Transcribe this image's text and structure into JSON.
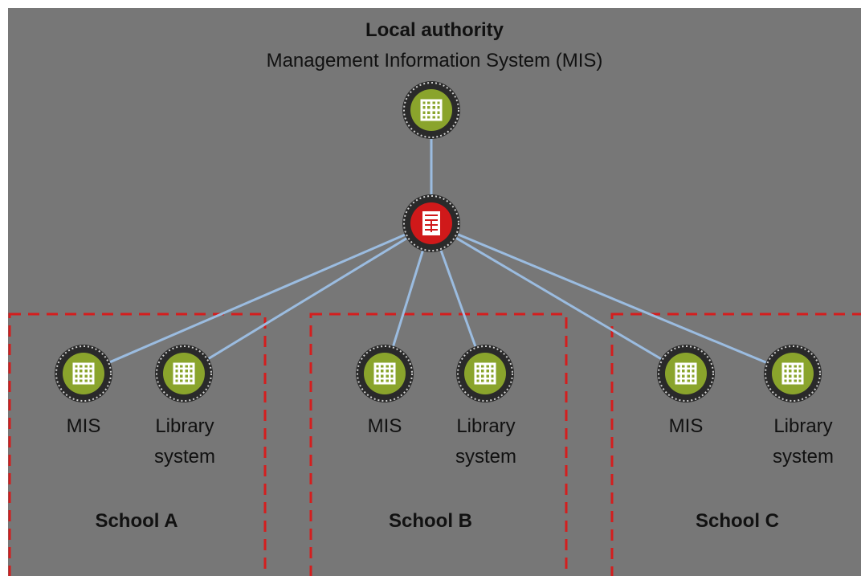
{
  "header": {
    "title": "Local authority",
    "subtitle": "Management Information System (MIS)"
  },
  "nodes": {
    "central_icon": "database-grid-icon",
    "hub_icon": "server-rack-icon"
  },
  "schools": [
    {
      "name": "School A",
      "systems": [
        {
          "label": "MIS",
          "icon": "database-grid-icon"
        },
        {
          "label": "Library system",
          "icon": "database-grid-icon"
        }
      ]
    },
    {
      "name": "School B",
      "systems": [
        {
          "label": "MIS",
          "icon": "database-grid-icon"
        },
        {
          "label": "Library system",
          "icon": "database-grid-icon"
        }
      ]
    },
    {
      "name": "School C",
      "systems": [
        {
          "label": "MIS",
          "icon": "database-grid-icon"
        },
        {
          "label": "Library system",
          "icon": "database-grid-icon"
        }
      ]
    }
  ],
  "colors": {
    "background": "#777777",
    "green_node": "#8aa42c",
    "red_hub": "#d0191a",
    "connector": "#9bbce0",
    "school_border": "#d41e1e"
  }
}
